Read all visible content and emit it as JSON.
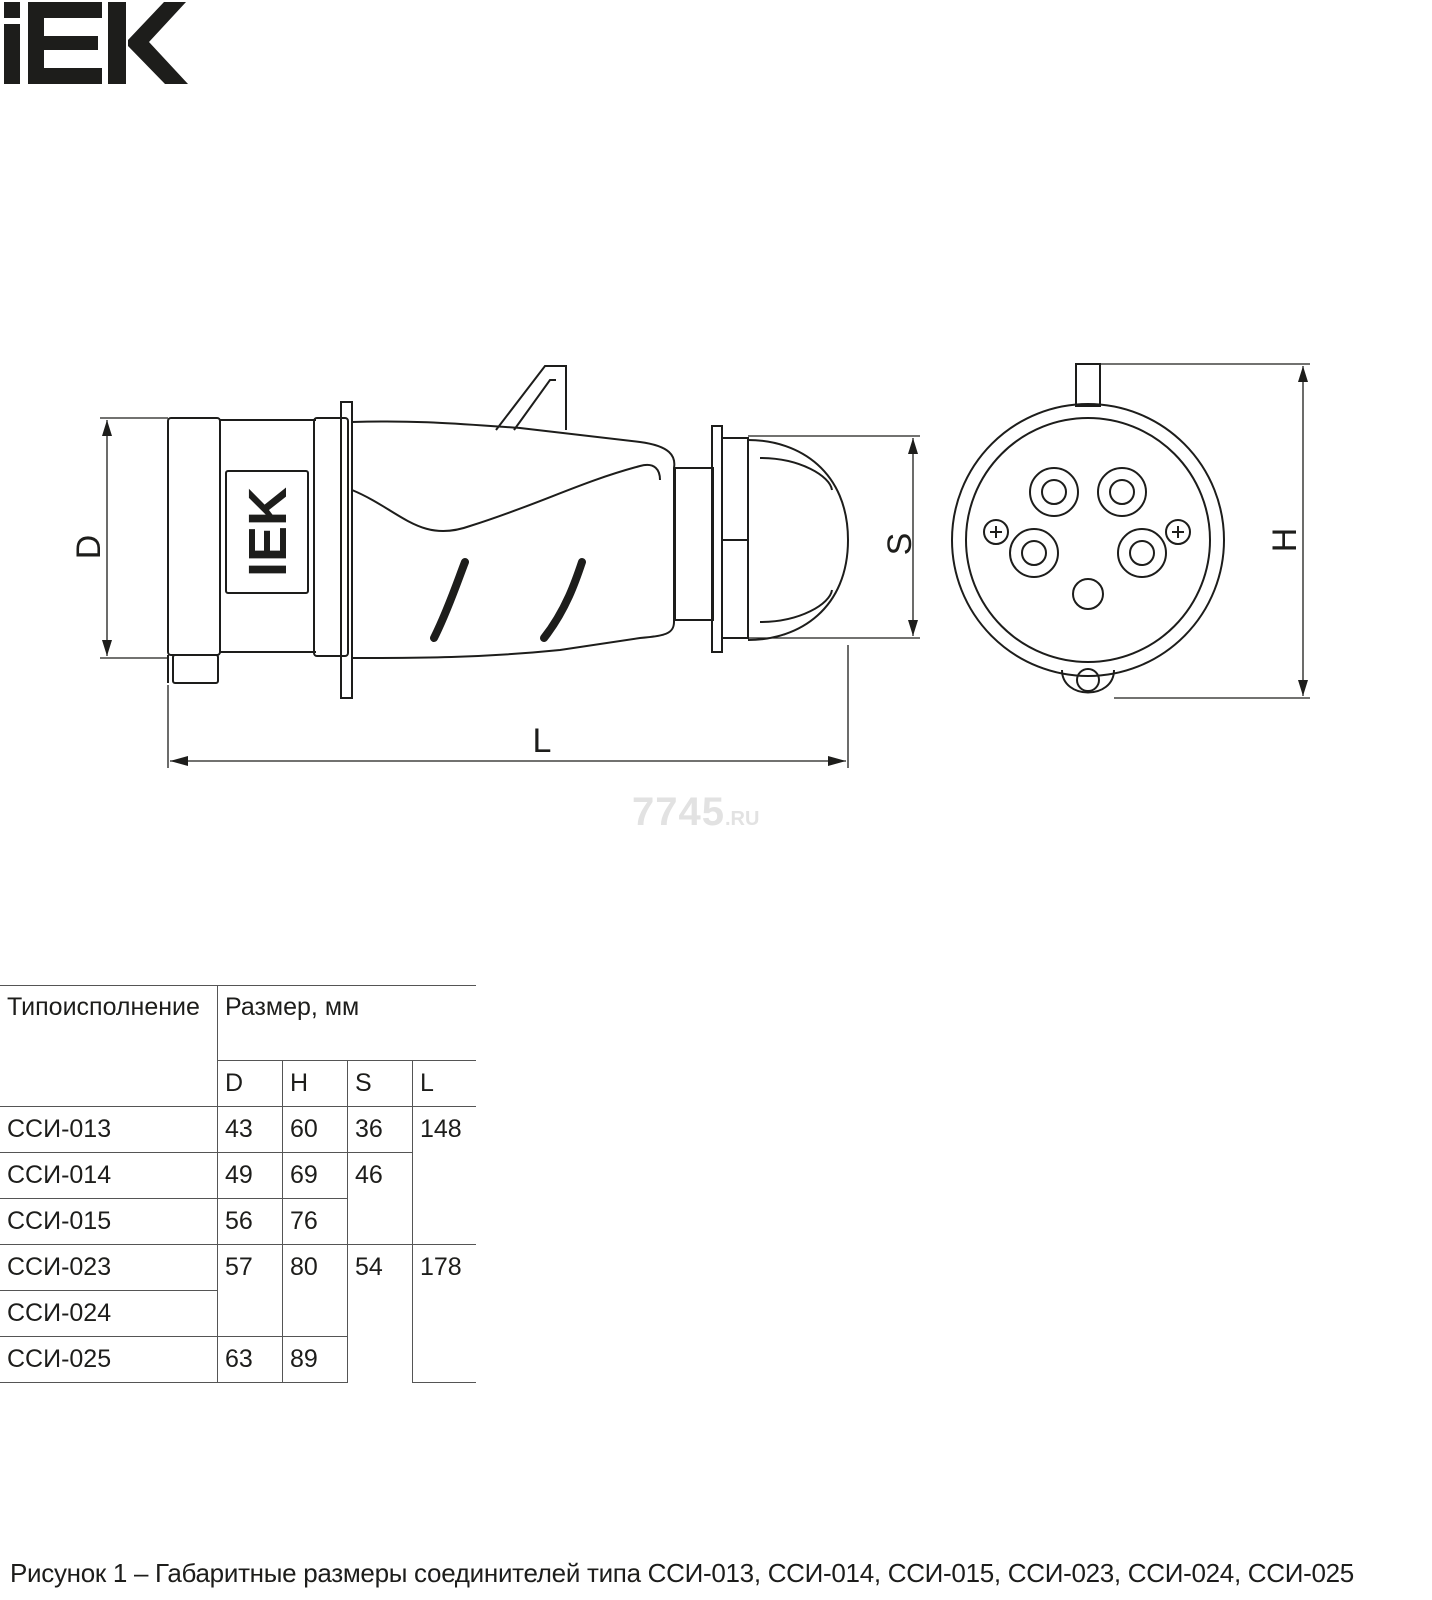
{
  "brand": {
    "logo_text": "IEK"
  },
  "drawing": {
    "label_d": "D",
    "label_s": "S",
    "label_h": "H",
    "label_l": "L",
    "body_logo": "IEK"
  },
  "watermark": {
    "main": "7745",
    "suffix": ".RU"
  },
  "table": {
    "header_type": "Типоисполнение",
    "header_size": "Размер, мм",
    "columns": [
      "D",
      "H",
      "S",
      "L"
    ],
    "rows": [
      {
        "type": "ССИ-013",
        "D": "43",
        "H": "60",
        "S": "36",
        "L": "148"
      },
      {
        "type": "ССИ-014",
        "D": "49",
        "H": "69",
        "S": "46",
        "L": ""
      },
      {
        "type": "ССИ-015",
        "D": "56",
        "H": "76",
        "S": "",
        "L": ""
      },
      {
        "type": "ССИ-023",
        "D": "57",
        "H": "80",
        "S": "54",
        "L": "178"
      },
      {
        "type": "ССИ-024",
        "D": "",
        "H": "",
        "S": "",
        "L": ""
      },
      {
        "type": "ССИ-025",
        "D": "63",
        "H": "89",
        "S": "",
        "L": ""
      }
    ]
  },
  "caption": "Рисунок 1 – Габаритные размеры соединителей типа ССИ-013, ССИ-014, ССИ-015, ССИ-023, ССИ-024, ССИ-025"
}
